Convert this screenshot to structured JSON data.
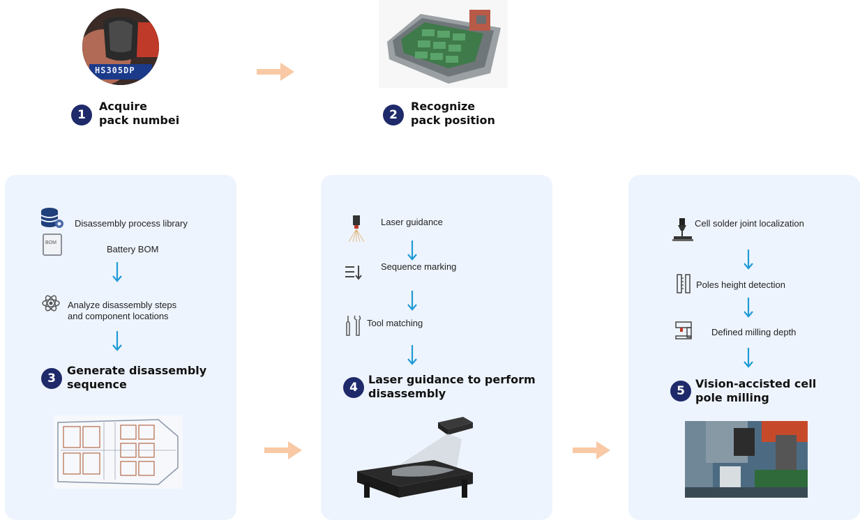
{
  "colors": {
    "accent_navy": "#1f2a6b",
    "arrow_peach": "#f8c9a4",
    "arrow_blue": "#1f9ad6",
    "card_bg": "#eef4fd"
  },
  "step1": {
    "number": "1",
    "title": "Acquire\npack numbei",
    "photo_label": "HS305DP"
  },
  "step2": {
    "number": "2",
    "title": "Recognize\npack position"
  },
  "step3": {
    "number": "3",
    "title": "Generate disassembly\nsequence",
    "items": [
      "Disassembly process library",
      "Battery BOM",
      "Analyze disassembly steps\nand component locations"
    ],
    "bom_icon_text": "BOM"
  },
  "step4": {
    "number": "4",
    "title": "Laser guidance to perform\ndisassembly",
    "items": [
      "Laser guidance",
      "Sequence marking",
      "Tool matching"
    ]
  },
  "step5": {
    "number": "5",
    "title": "Vision-accisted cell\npole milling",
    "items": [
      "Cell solder joint localization",
      "Poles height detection",
      "Defined milling depth"
    ]
  },
  "icons": [
    "database-gear-icon",
    "bom-file-icon",
    "atom-icon",
    "laser-icon",
    "sort-list-icon",
    "tools-icon",
    "solder-robot-icon",
    "ruler-icon",
    "milling-machine-icon"
  ]
}
